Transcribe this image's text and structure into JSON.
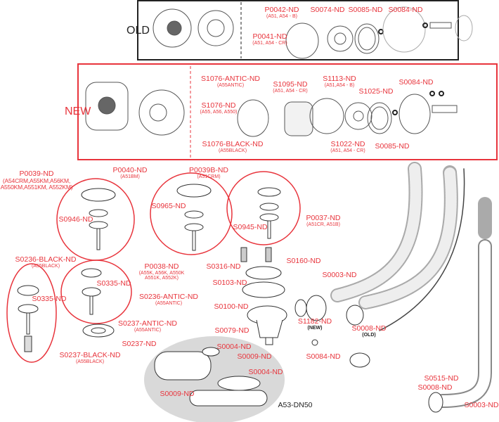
{
  "sections": {
    "old": "OLD",
    "new": "NEW"
  },
  "old_parts": [
    {
      "code": "P0042-ND",
      "sub": "(A51, A54 - B)"
    },
    {
      "code": "S0074-ND"
    },
    {
      "code": "S0085-ND"
    },
    {
      "code": "S0084-ND"
    },
    {
      "code": "P0041-ND",
      "sub": "(A51, A54 - CR)"
    }
  ],
  "new_parts": [
    {
      "code": "S1076-ANTIC-ND",
      "sub": "(A55ANTIC)"
    },
    {
      "code": "S1095-ND",
      "sub": "(A51, A54 - CR)"
    },
    {
      "code": "S1113-ND",
      "sub": "(A51,A54 - B)"
    },
    {
      "code": "S1025-ND"
    },
    {
      "code": "S0084-ND"
    },
    {
      "code": "S1076-ND",
      "sub": "(A55, A56, A550)"
    },
    {
      "code": "S1076-BLACK-ND",
      "sub": "(A55BLACK)"
    },
    {
      "code": "S1022-ND",
      "sub": "(A51, A54 - CR)"
    },
    {
      "code": "S0085-ND"
    }
  ],
  "plugs": [
    {
      "code": "P0039-ND",
      "sub": "(A54CRM,A55KM,A56KM,",
      "sub2": "A550KM,A551KM, A552KM)"
    },
    {
      "code": "P0040-ND",
      "sub": "(A51BM)"
    },
    {
      "code": "P0039B-ND",
      "sub": "(A51CRM)"
    },
    {
      "code": "S0946-ND"
    },
    {
      "code": "S0965-ND"
    },
    {
      "code": "S0945-ND"
    },
    {
      "code": "P0037-ND",
      "sub": "(A51CR, A51B)"
    },
    {
      "code": "S0236-BLACK-ND",
      "sub": "(A55BLACK)"
    },
    {
      "code": "S0335-ND"
    },
    {
      "code": "P0038-ND",
      "sub": "(A55K, A56K, A550K",
      "sub2": "A551K, A552K)"
    },
    {
      "code": "S0335-ND"
    },
    {
      "code": "S0236-ANTIC-ND",
      "sub": "(A55ANTIC)"
    },
    {
      "code": "S0237-ANTIC-ND",
      "sub": "(A55ANTIC)"
    },
    {
      "code": "S0237-ND"
    },
    {
      "code": "S0237-BLACK-ND",
      "sub": "(A55BLACK)"
    }
  ],
  "drain": [
    {
      "code": "S0316-ND"
    },
    {
      "code": "S0160-ND"
    },
    {
      "code": "S0103-ND"
    },
    {
      "code": "S0100-ND"
    },
    {
      "code": "S0003-ND"
    },
    {
      "code": "S1182-ND",
      "sub": "(NEW)"
    },
    {
      "code": "S0008-ND",
      "sub": "(OLD)"
    },
    {
      "code": "S0079-ND"
    },
    {
      "code": "S0084-ND"
    },
    {
      "code": "S0004-ND"
    },
    {
      "code": "S0009-ND"
    },
    {
      "code": "S0004-ND"
    },
    {
      "code": "S0009-ND"
    },
    {
      "code": "A53-DN50"
    },
    {
      "code": "S0515-ND"
    },
    {
      "code": "S0008-ND"
    },
    {
      "code": "S0003-ND"
    }
  ],
  "colors": {
    "accent": "#e8343c",
    "outline": "#222222",
    "shade": "#d9d9d9"
  }
}
